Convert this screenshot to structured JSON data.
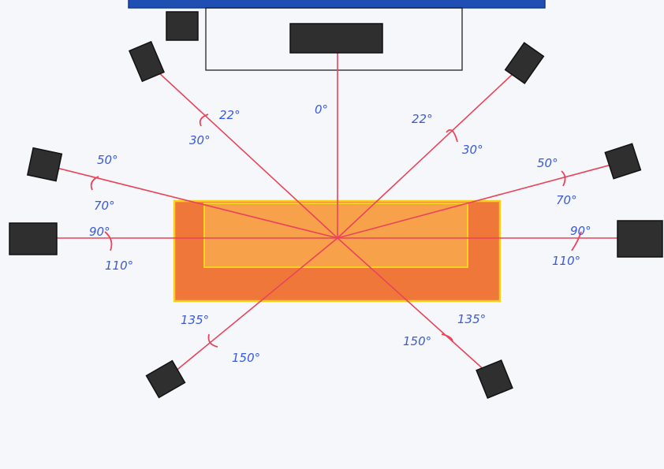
{
  "diagram": {
    "colors": {
      "screen": "#1f4fb3",
      "sofa_outer": "#f0773a",
      "sofa_inner": "#f7a24a",
      "sofa_border": "#f3d21f",
      "ray": "#e8445a",
      "label": "#3a5ad6",
      "speaker": "#2f2f2f"
    },
    "labels": {
      "center": "0°",
      "front_left_a": "22°",
      "front_left_b": "30°",
      "front_right_a": "22°",
      "front_right_b": "30°",
      "wide_left_a": "50°",
      "wide_left_b": "70°",
      "wide_right_a": "50°",
      "wide_right_b": "70°",
      "side_left_a": "90°",
      "side_left_b": "110°",
      "side_right_a": "90°",
      "side_right_b": "110°",
      "rear_left_a": "135°",
      "rear_left_b": "150°",
      "rear_right_a": "135°",
      "rear_right_b": "150°"
    },
    "icons": {
      "tv": "tv-screen-icon",
      "sofa": "sofa-icon",
      "speaker": "speaker-icon"
    }
  }
}
